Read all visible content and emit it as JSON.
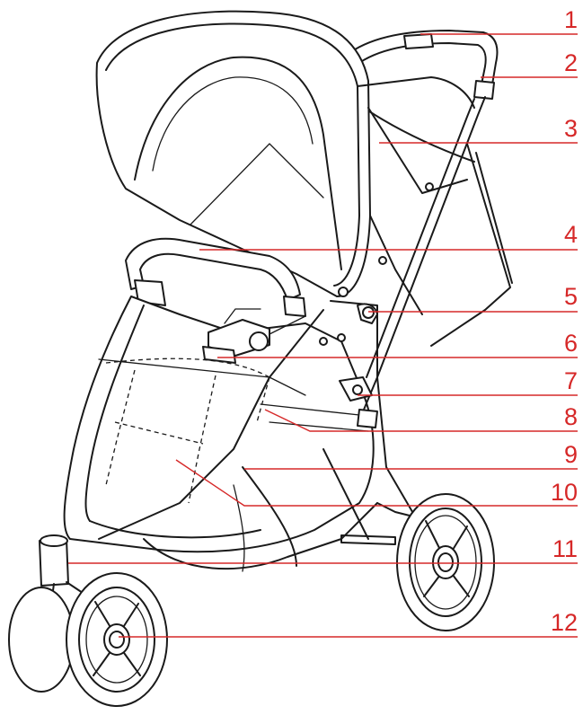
{
  "diagram": {
    "accent_color": "#d62828",
    "line_color": "#1a1a1a",
    "callouts": [
      {
        "label": "1"
      },
      {
        "label": "2"
      },
      {
        "label": "3"
      },
      {
        "label": "4"
      },
      {
        "label": "5"
      },
      {
        "label": "6"
      },
      {
        "label": "7"
      },
      {
        "label": "8"
      },
      {
        "label": "9"
      },
      {
        "label": "10"
      },
      {
        "label": "11"
      },
      {
        "label": "12"
      }
    ]
  }
}
